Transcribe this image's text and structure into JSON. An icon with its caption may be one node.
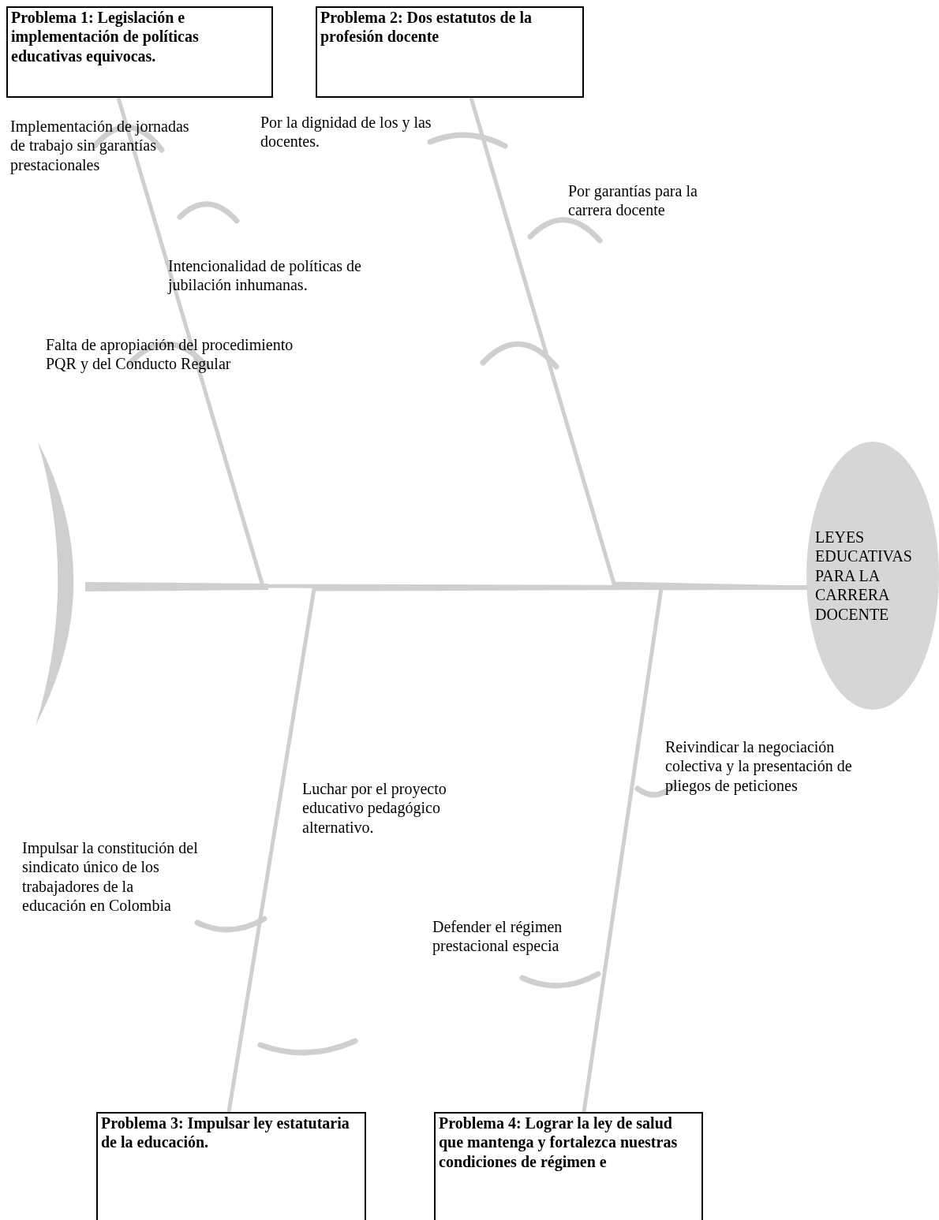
{
  "diagram": {
    "nodes": [
      {
        "text": [
          "Problema 1: Legislación e implementación de políticas educativas equivocas."
        ]
      },
      {
        "text": [
          "Problema 2: Dos estatutos de la profesión docente"
        ]
      },
      {
        "text": [
          "Problema 3: Impulsar ley estatutaria de la educación."
        ]
      },
      {
        "text": [
          "Problema 4: Lograr la ley de salud que mantenga y fortalezca nuestras condiciones de régimen e"
        ]
      },
      {
        "text": [
          "LEYES EDUCATIVAS PARA LA CARRERA DOCENTE"
        ]
      }
    ],
    "edges": [
      {
        "from": 0,
        "to": 4,
        "arrow": "none"
      },
      {
        "from": 1,
        "to": 4,
        "arrow": "none"
      },
      {
        "from": 2,
        "to": 4,
        "arrow": "none"
      },
      {
        "from": 3,
        "to": 4,
        "arrow": "none"
      }
    ],
    "labels": [
      "Implementación de jornadas de trabajo sin garantías prestacionales",
      "Por la dignidad de los y las docentes.",
      "Por garantías para la carrera docente",
      "Intencionalidad de políticas de jubilación inhumanas.",
      "Falta de apropiación del procedimiento PQR y del Conducto Regular",
      "Reivindicar la negociación colectiva y la presentación de pliegos de peticiones",
      "Luchar por el proyecto educativo pedagógico alternativo.",
      "Impulsar la constitución del sindicato único de los trabajadores de la educación en Colombia",
      "Defender el régimen prestacional especia"
    ]
  }
}
